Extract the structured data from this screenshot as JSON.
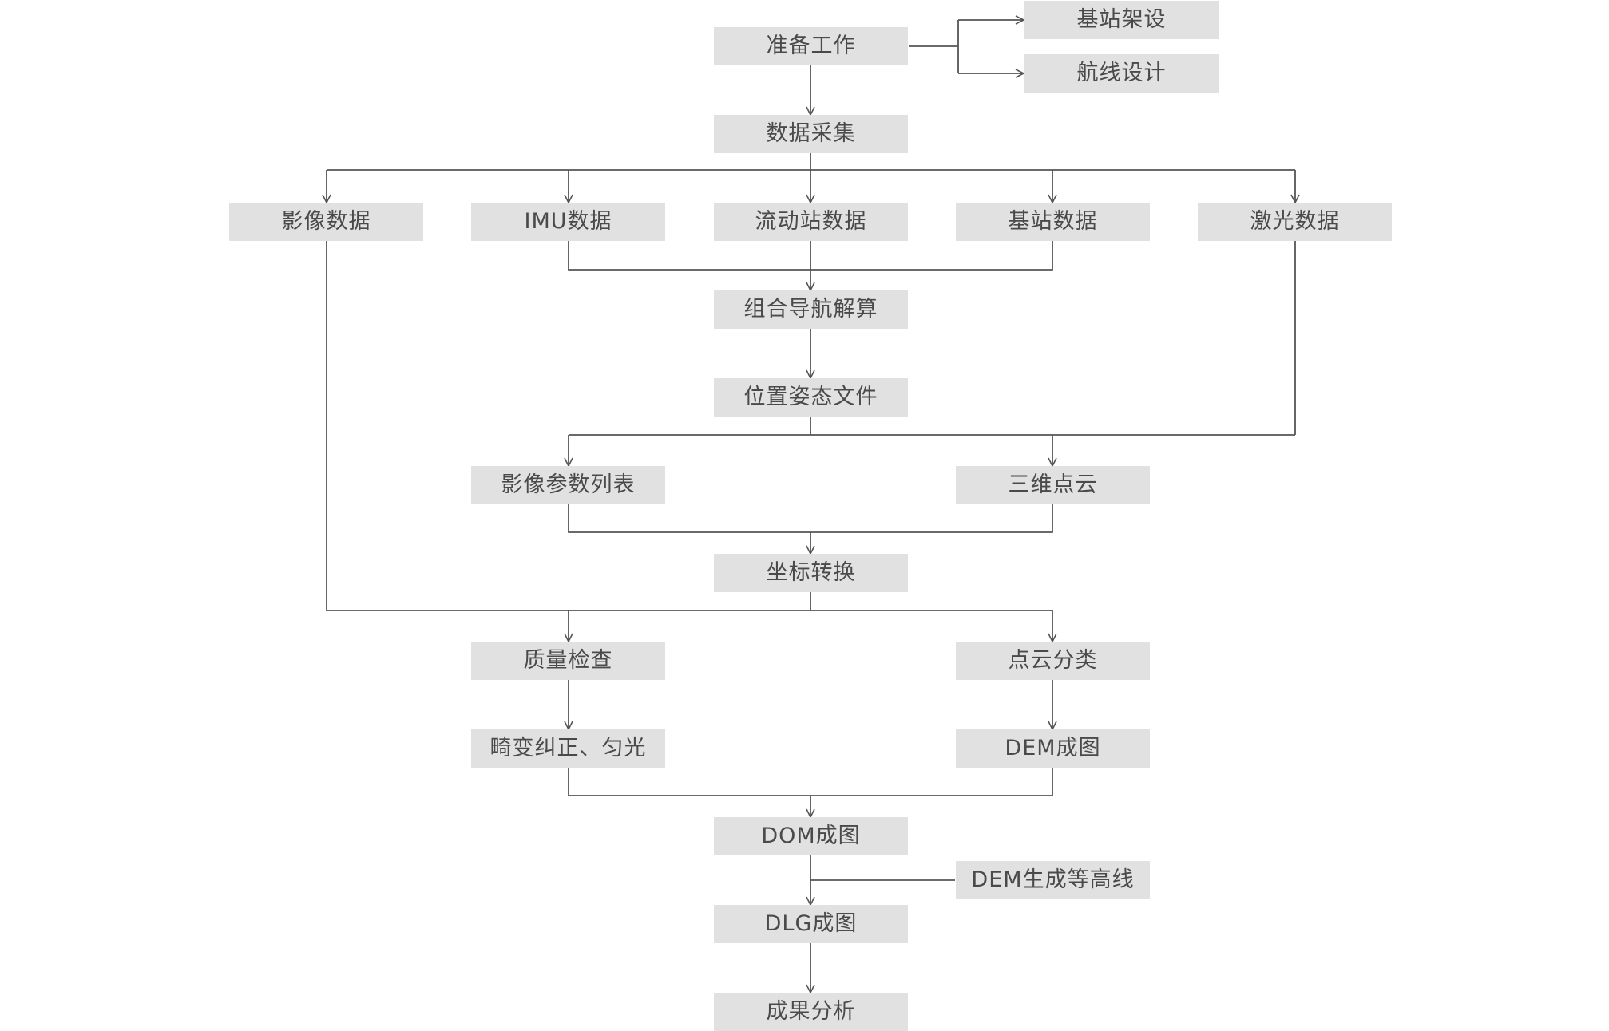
{
  "nodes": {
    "prep": "准备工作",
    "base_setup": "基站架设",
    "route_design": "航线设计",
    "data_collect": "数据采集",
    "image_data": "影像数据",
    "imu_data": "IMU数据",
    "rover_data": "流动站数据",
    "base_data": "基站数据",
    "laser_data": "激光数据",
    "nav_solve": "组合导航解算",
    "pose_file": "位置姿态文件",
    "img_params": "影像参数列表",
    "point_cloud": "三维点云",
    "coord_transform": "坐标转换",
    "quality_check": "质量检查",
    "cloud_classify": "点云分类",
    "distortion_fix": "畸变纠正、匀光",
    "dem_map": "DEM成图",
    "dom_map": "DOM成图",
    "dem_contour": "DEM生成等高线",
    "dlg_map": "DLG成图",
    "result_analysis": "成果分析"
  },
  "colors": {
    "node_fill": "#e1e1e1",
    "node_text": "#4a4a4a",
    "line": "#555555"
  }
}
